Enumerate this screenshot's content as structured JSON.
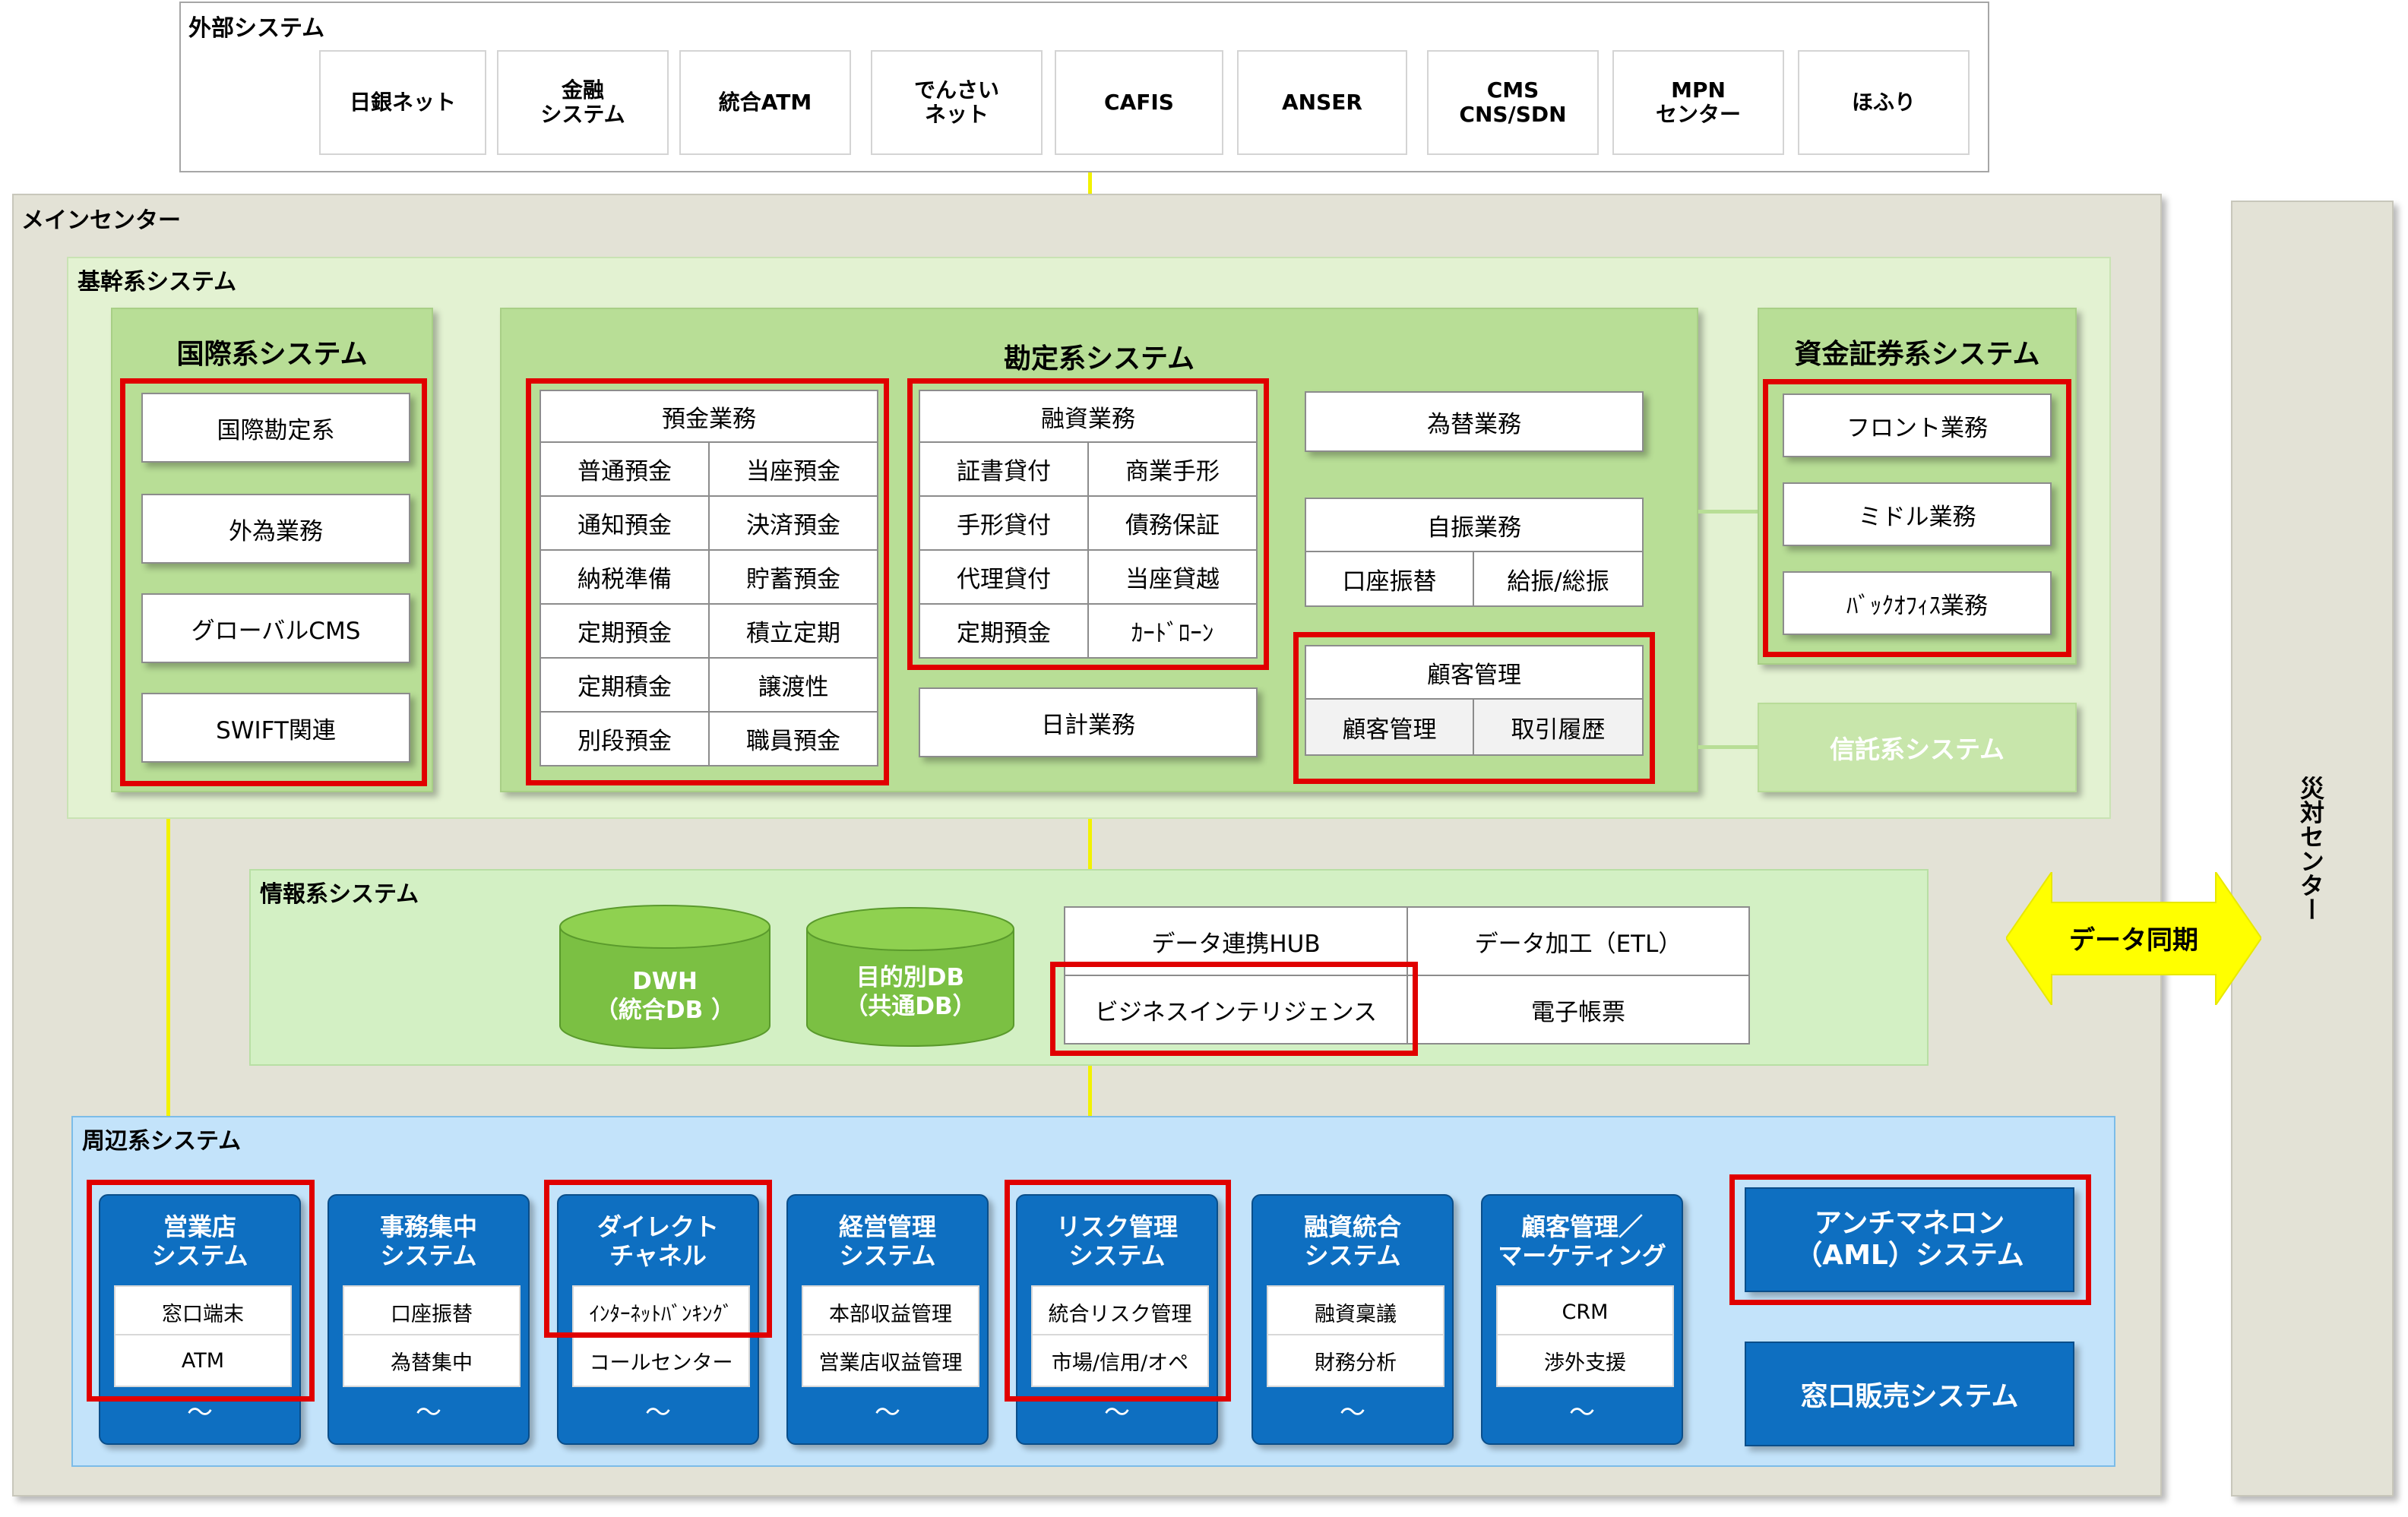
{
  "external": {
    "title": "外部システム",
    "items": [
      "日銀ネット",
      "金融\nシステム",
      "統合ATM",
      "でんさい\nネット",
      "CAFIS",
      "ANSER",
      "CMS\nCNS/SDN",
      "MPN\nセンター",
      "ほふり"
    ]
  },
  "main_center": {
    "title": "メインセンター"
  },
  "core": {
    "title": "基幹系システム",
    "international": {
      "title": "国際系システム",
      "items": [
        "国際勘定系",
        "外為業務",
        "グローバルCMS",
        "SWIFT関連"
      ]
    },
    "accounting": {
      "title": "勘定系システム",
      "deposit": {
        "header": "預金業務",
        "rows": [
          [
            "普通預金",
            "当座預金"
          ],
          [
            "通知預金",
            "決済預金"
          ],
          [
            "納税準備",
            "貯蓄預金"
          ],
          [
            "定期預金",
            "積立定期"
          ],
          [
            "定期積金",
            "譲渡性"
          ],
          [
            "別段預金",
            "職員預金"
          ]
        ]
      },
      "loan": {
        "header": "融資業務",
        "rows": [
          [
            "証書貸付",
            "商業手形"
          ],
          [
            "手形貸付",
            "債務保証"
          ],
          [
            "代理貸付",
            "当座貸越"
          ],
          [
            "定期預金",
            "ｶｰﾄﾞﾛｰﾝ"
          ]
        ]
      },
      "daily": "日計業務",
      "exchange": "為替業務",
      "auto_transfer": {
        "header": "自振業務",
        "cells": [
          "口座振替",
          "給振/総振"
        ]
      },
      "customer": {
        "header": "顧客管理",
        "cells": [
          "顧客管理",
          "取引履歴"
        ]
      }
    },
    "securities": {
      "title": "資金証券系システム",
      "items": [
        "フロント業務",
        "ミドル業務",
        "ﾊﾞｯｸｵﾌｨｽ業務"
      ]
    },
    "trust": "信託系システム"
  },
  "info": {
    "title": "情報系システム",
    "dbs": [
      "DWH\n（統合DB ）",
      "目的別DB\n（共通DB）"
    ],
    "grid": [
      [
        "データ連携HUB",
        "データ加工（ETL）"
      ],
      [
        "ビジネスインテリジェンス",
        "電子帳票"
      ]
    ]
  },
  "sync": "データ同期",
  "dr_center": "災対センター",
  "peripheral": {
    "title": "周辺系システム",
    "systems": [
      {
        "title": "営業店\nシステム",
        "items": [
          "窓口端末",
          "ATM"
        ]
      },
      {
        "title": "事務集中\nシステム",
        "items": [
          "口座振替",
          "為替集中"
        ]
      },
      {
        "title": "ダイレクト\nチャネル",
        "items": [
          "ｲﾝﾀｰﾈｯﾄﾊﾞﾝｷﾝｸﾞ",
          "コールセンター"
        ]
      },
      {
        "title": "経営管理\nシステム",
        "items": [
          "本部収益管理",
          "営業店収益管理"
        ]
      },
      {
        "title": "リスク管理\nシステム",
        "items": [
          "統合リスク管理",
          "市場/信用/オペ"
        ]
      },
      {
        "title": "融資統合\nシステム",
        "items": [
          "融資稟議",
          "財務分析"
        ]
      },
      {
        "title": "顧客管理／\nマーケティング",
        "items": [
          "CRM",
          "渉外支援"
        ]
      }
    ],
    "tilde": "～",
    "aml": "アンチマネロン\n（AML）システム",
    "counter_sales": "窓口販売システム"
  },
  "colors": {
    "highlight": "#e00000",
    "connector": "#f2f200",
    "peripheral_box": "#0e6fc1",
    "core_bg": "#e3f2d2",
    "group_bg": "#b8de96",
    "info_bg": "#d3f0c4",
    "periph_bg": "#c3e3fa",
    "main_bg": "#e3e2d6"
  }
}
